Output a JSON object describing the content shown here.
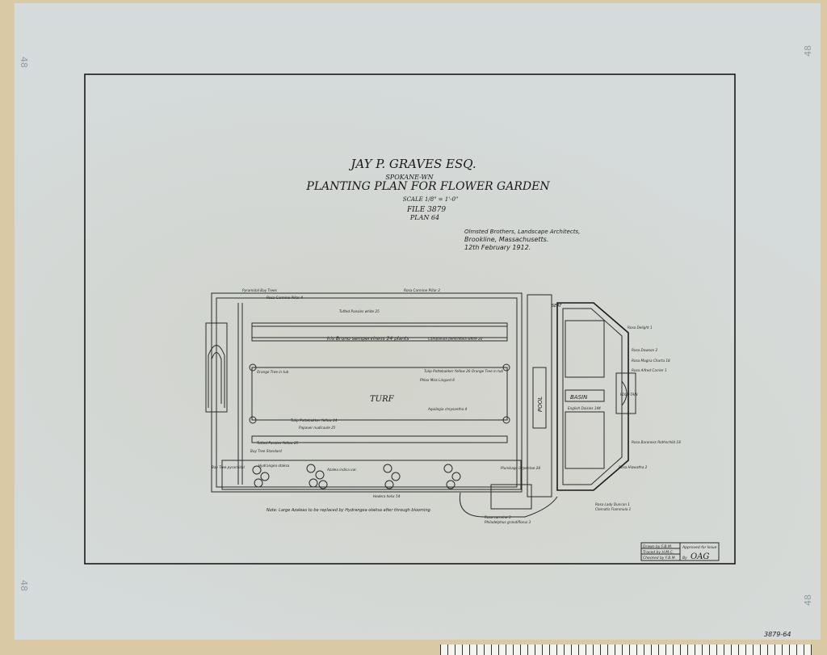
{
  "title": {
    "client": "JAY P. GRAVES ESQ.",
    "location": "SPOKANE-WN",
    "plan_title": "PLANTING PLAN FOR FLOWER GARDEN",
    "scale": "SCALE 1/8\" = 1'-0\"",
    "file": "FILE 3879",
    "plan": "PLAN 64"
  },
  "firm": {
    "line1": "Olmsted Brothers, Landscape Architects,",
    "line2": "Brookline, Massachusetts.",
    "date": "12th February 1912."
  },
  "areas": {
    "turf": "TURF",
    "pool": "POOL",
    "basin": "BASIN",
    "fountain": "FOUN-TAIN",
    "seat": "SEAT"
  },
  "labels": [
    "Pyramidal Bay Trees",
    "Rosa Carmine Pillar 4",
    "Rosa Carmine Pillar 2",
    "Tufted Pansies white 25",
    "Iris Bruno sempervirens 24 plants",
    "Campanula persicifolia white 20",
    "Orange Tree in tub",
    "Tulip Pottebakker Yellow 24",
    "Tulip Pottebakker Yellow 20 Orange Tree in tub",
    "Phlox Miss Lingard 6",
    "Papaver nudicaule 25",
    "Tufted Pansies Yellow 25",
    "Bay Tree Standard",
    "Bay Tree pyramidal",
    "Hydrangea otaksa",
    "Azalea indica var.",
    "Hedera helix 54",
    "Aquilegia chrysantha 4",
    "Rosa Lady Duncan 1",
    "Clematis Flammula 1",
    "Rosa Hiawatha 2",
    "Rosa Delight 1",
    "Rosa Dawson 2",
    "Rosa Magna Charta 18",
    "Rosa Alfred Carrier 1",
    "Rosa Baroness Rothschild 18",
    "English Daisies 144",
    "Philadelphus grandiflorus 3",
    "Plumbago larpentae 28",
    "Rosa carmine 3"
  ],
  "note": "Note: Large Azaleas to be replaced by Hydrangea otaksa after through blooming.",
  "title_block": {
    "drawn": "Drawn by F.B.M.",
    "traced": "Traced by H.M.C.",
    "checked": "Checked by F.B.M.",
    "approved": "Approved for Issue",
    "by": "By",
    "signature": "OAG"
  },
  "margin_marks": {
    "corner": "48",
    "sheet_number": "3879-64"
  }
}
